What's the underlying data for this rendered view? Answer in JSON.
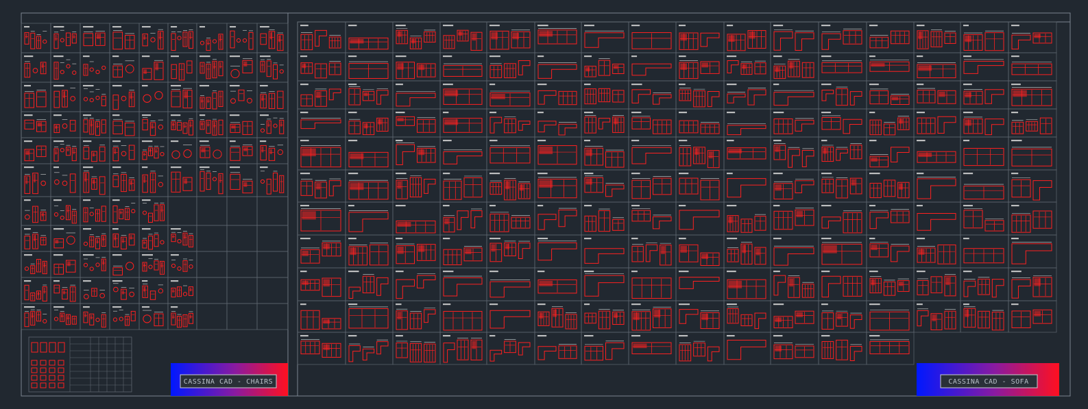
{
  "app": {
    "kind": "CAD drawing canvas"
  },
  "colors": {
    "background": "#212830",
    "frame": "#7c8590",
    "grid": "#5e6670",
    "geometry": "#ff2020",
    "annotation": "#d8d8d8",
    "title_text": "#b8c0c8",
    "title_box_border": "#c8ccd0",
    "gradient_start": "#0018ff",
    "gradient_mid": "#8a1aa0",
    "gradient_end": "#ff1020"
  },
  "sheets": {
    "chairs": {
      "title": "CASSINA CAD - CHAIRS"
    },
    "sofa": {
      "title": "CASSINA CAD - SOFA"
    }
  }
}
